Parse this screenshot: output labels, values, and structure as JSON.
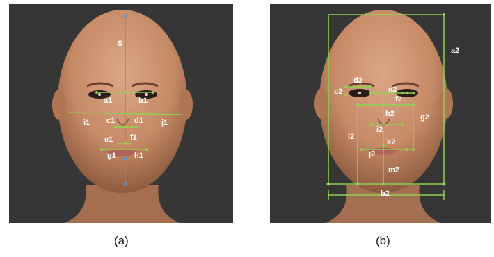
{
  "captions": {
    "a": "(a)",
    "b": "(b)"
  },
  "panel_a": {
    "labels": {
      "s": "S",
      "a1": "a1",
      "b1": "b1",
      "c1": "c1",
      "d1": "d1",
      "e1": "e1",
      "f1": "f1",
      "g1": "g1",
      "h1": "h1",
      "i1": "i1",
      "j1": "j1"
    }
  },
  "panel_b": {
    "labels": {
      "a2": "a2",
      "b2": "b2",
      "c2": "c2",
      "d2": "d2",
      "e2": "e2",
      "f2": "f2",
      "g2": "g2",
      "h2": "h2",
      "i2": "i2",
      "j2": "j2",
      "k2": "k2",
      "l2": "l2",
      "m2": "m2"
    }
  },
  "colors": {
    "background": "#363636",
    "skin": "#c98f6c",
    "green": "#8fd14f",
    "blue": "#5b8fd8",
    "label": "#ffffff"
  }
}
